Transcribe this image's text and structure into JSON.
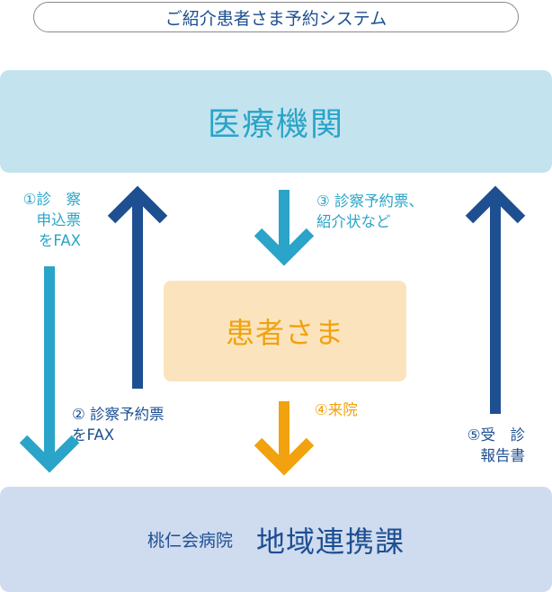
{
  "title": "ご紹介患者さま予約システム",
  "nodes": {
    "top": "医療機関",
    "middle": "患者さま",
    "bottom_sub": "桃仁会病院",
    "bottom_main": "地域連携課"
  },
  "steps": {
    "s1": "①診　察\n申込票\nをFAX",
    "s2": "② 診察予約票\nをFAX",
    "s3": "③ 診察予約票、\n紹介状など",
    "s4": "④来院",
    "s5": "⑤受　診\n報告書"
  },
  "colors": {
    "cyan": "#2aa4c8",
    "navy": "#1d4f91",
    "orange": "#f1a20e",
    "top_box": "#c3e3ef",
    "middle_box": "#fbe4bd",
    "bottom_box": "#cfdbef"
  }
}
